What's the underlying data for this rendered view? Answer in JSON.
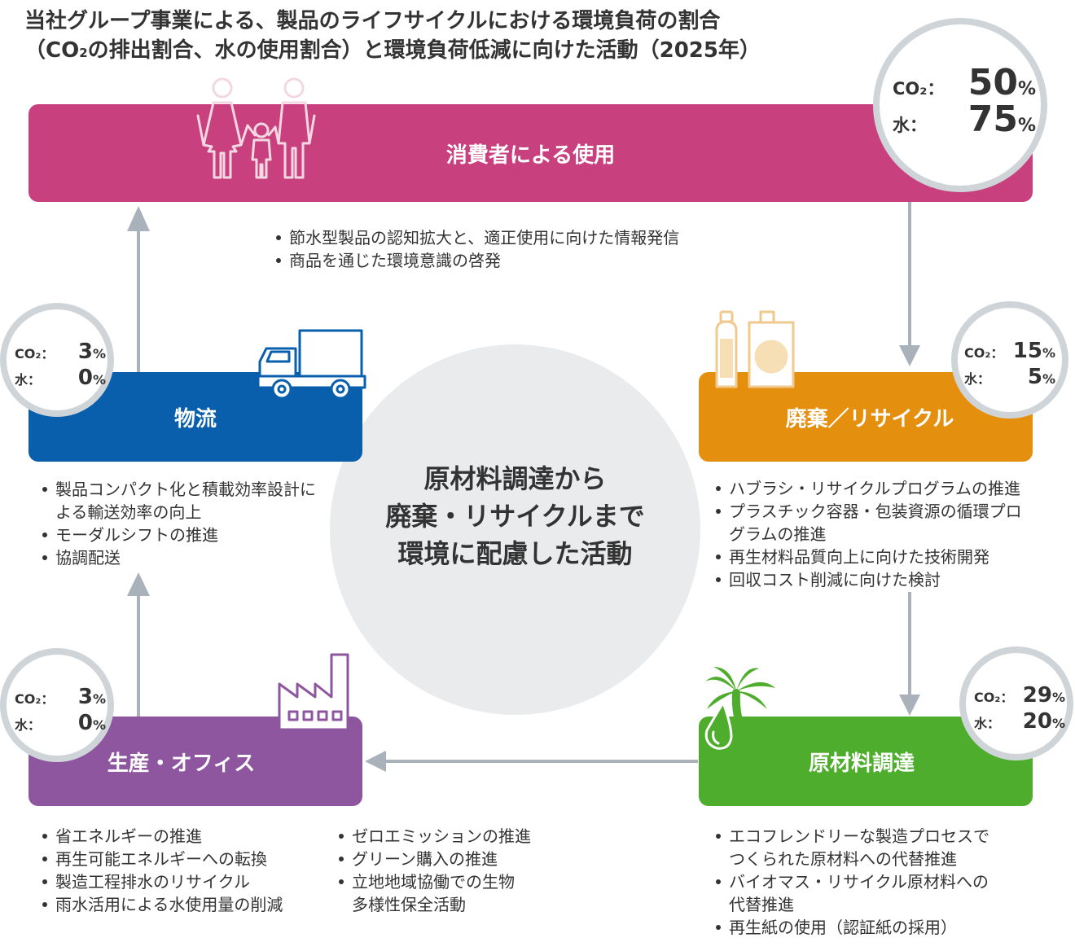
{
  "title": {
    "line1": "当社グループ事業による、製品のライフサイクルにおける環境負荷の割合",
    "line2_a": "（CO",
    "line2_sub": "2",
    "line2_b": "の排出割合、水の使用割合）と環境負荷低減に向けた活動（2025年）"
  },
  "colors": {
    "consumer": "#c8417e",
    "logistics": "#0a5fad",
    "disposal": "#e58f0e",
    "materials": "#4ead2c",
    "production": "#8d569f",
    "arrow": "#a9b2ba",
    "circle_border": "#cfd4d9",
    "center_circle": "#e9ebed"
  },
  "center": {
    "line1": "原材料調達から",
    "line2": "廃棄・リサイクルまで",
    "line3": "環境に配慮した活動"
  },
  "stages": {
    "consumer": {
      "label": "消費者による使用",
      "co2_label": "CO₂：",
      "co2": "50",
      "water_label": "水：",
      "water": "75",
      "unit": "%",
      "activities": [
        "節水型製品の認知拡大と、適正使用に向けた情報発信",
        "商品を通じた環境意識の啓発"
      ]
    },
    "logistics": {
      "label": "物流",
      "co2_label": "CO₂：",
      "co2": "3",
      "water_label": "水：",
      "water": "0",
      "unit": "%",
      "activities": [
        {
          "l1": "製品コンパクト化と積載効率設計に",
          "l2": "よる輸送効率の向上"
        },
        {
          "l1": "モーダルシフトの推進",
          "l2": ""
        },
        {
          "l1": "協調配送",
          "l2": ""
        }
      ]
    },
    "disposal": {
      "label": "廃棄／リサイクル",
      "co2_label": "CO₂：",
      "co2": "15",
      "water_label": "水：",
      "water": "5",
      "unit": "%",
      "activities": [
        {
          "l1": "ハブラシ・リサイクルプログラムの推進",
          "l2": ""
        },
        {
          "l1": "プラスチック容器・包装資源の循環プロ",
          "l2": "グラムの推進"
        },
        {
          "l1": "再生材料品質向上に向けた技術開発",
          "l2": ""
        },
        {
          "l1": "回収コスト削減に向けた検討",
          "l2": ""
        }
      ]
    },
    "materials": {
      "label": "原材料調達",
      "co2_label": "CO₂：",
      "co2": "29",
      "water_label": "水：",
      "water": "20",
      "unit": "%",
      "activities": [
        {
          "l1": "エコフレンドリーな製造プロセスで",
          "l2": "つくられた原材料への代替推進"
        },
        {
          "l1": "バイオマス・リサイクル原材料への",
          "l2": "代替推進"
        },
        {
          "l1": "再生紙の使用（認証紙の採用）",
          "l2": ""
        }
      ]
    },
    "production": {
      "label": "生産・オフィス",
      "co2_label": "CO₂：",
      "co2": "3",
      "water_label": "水：",
      "water": "0",
      "unit": "%",
      "activities_col1": [
        "省エネルギーの推進",
        "再生可能エネルギーへの転換",
        "製造工程排水のリサイクル",
        "雨水活用による水使用量の削減"
      ],
      "activities_col2": [
        {
          "l1": "ゼロエミッションの推進",
          "l2": ""
        },
        {
          "l1": "グリーン購入の推進",
          "l2": ""
        },
        {
          "l1": "立地地域協働での生物",
          "l2": "多様性保全活動"
        }
      ]
    }
  },
  "icons": {
    "consumer": "family-icon",
    "logistics": "truck-icon",
    "disposal": "bottles-icon",
    "materials": "palm-tree-drop-icon",
    "production": "factory-icon"
  }
}
